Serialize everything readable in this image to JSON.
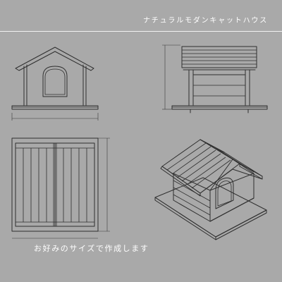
{
  "header": {
    "title": "ナチュラルモダンキャットハウス"
  },
  "footer": {
    "caption": "お好みのサイズで作成します"
  },
  "colors": {
    "background": "#a9a9a9",
    "line": "#2f2f2f",
    "text": "#ffffff"
  },
  "views": [
    "front-view",
    "side-view",
    "top-view",
    "perspective-view"
  ]
}
